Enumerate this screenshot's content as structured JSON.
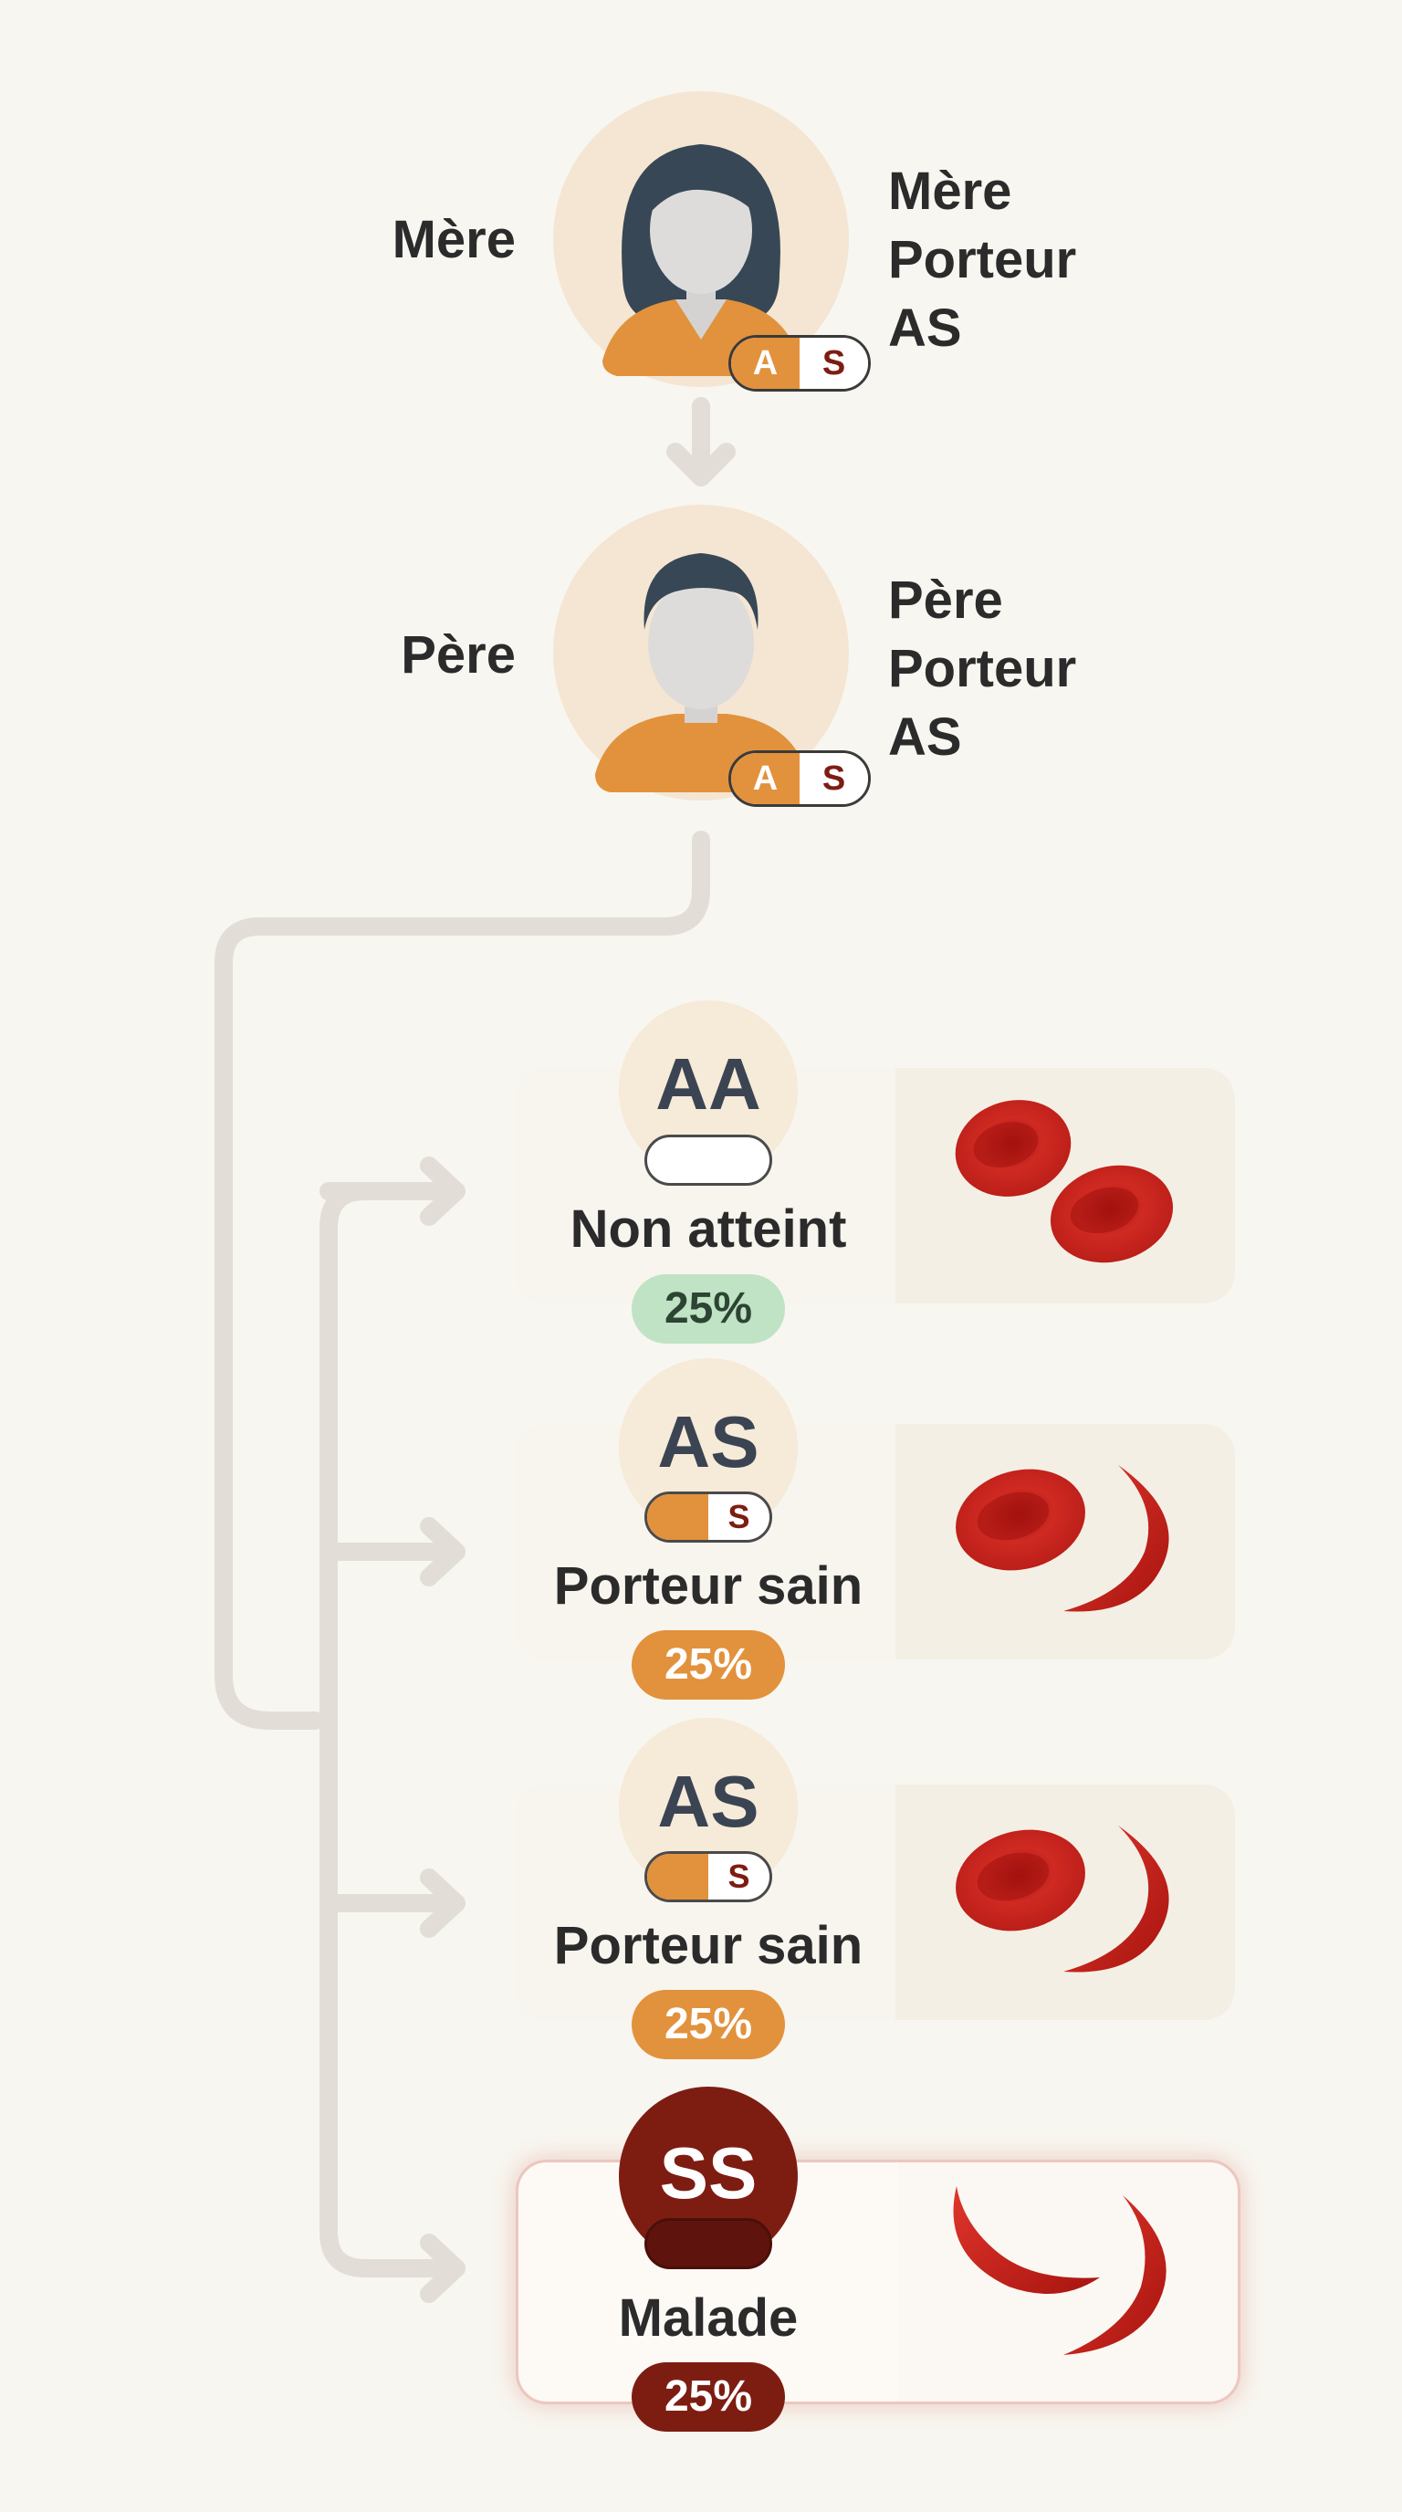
{
  "parents": {
    "mother": {
      "side_label": "Mère",
      "desc_lines": [
        "Mère",
        "Porteur",
        "AS"
      ],
      "alleles": [
        "A",
        "S"
      ]
    },
    "father": {
      "side_label": "Père",
      "desc_lines": [
        "Père",
        "Porteur",
        "AS"
      ],
      "alleles": [
        "A",
        "S"
      ]
    }
  },
  "offspring": [
    {
      "genotype": "AA",
      "status": "Non atteint",
      "probability": "25%",
      "pill_allele": ""
    },
    {
      "genotype": "AS",
      "status": "Porteur sain",
      "probability": "25%",
      "pill_allele": "S"
    },
    {
      "genotype": "AS",
      "status": "Porteur sain",
      "probability": "25%",
      "pill_allele": "S"
    },
    {
      "genotype": "SS",
      "status": "Malade",
      "probability": "25%",
      "pill_allele": ""
    }
  ],
  "colors": {
    "background": "#f8f6f0",
    "connector": "#e2ddd7",
    "carrier_orange": "#e2923c",
    "healthy_green": "#bfe3c4",
    "sick_dark_red": "#7d1d12",
    "blood_red": "#c8211c"
  },
  "icons": {
    "mother_avatar": "woman-avatar-icon",
    "father_avatar": "man-avatar-icon",
    "healthy_cell": "round-red-blood-cell-icon",
    "sickle_cell": "sickle-cell-icon"
  }
}
